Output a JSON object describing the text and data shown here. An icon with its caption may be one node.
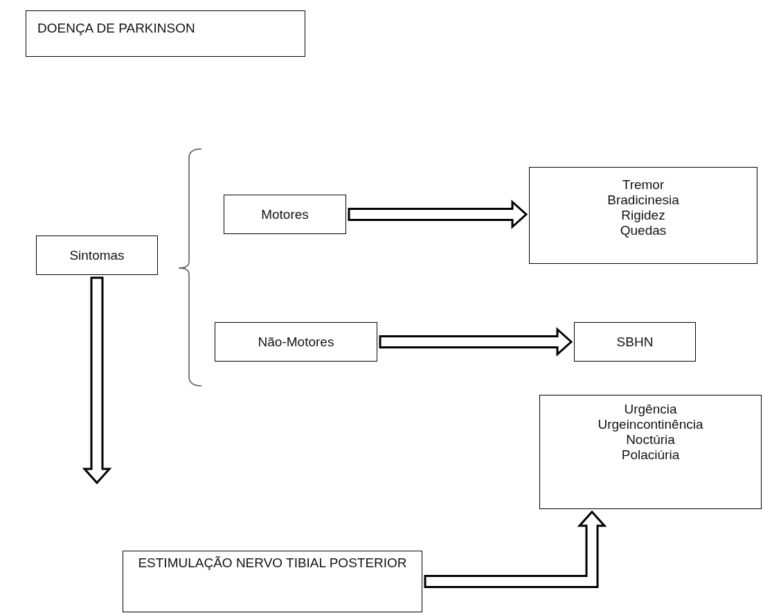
{
  "diagram": {
    "nodes": [
      {
        "text": [
          "DOENÇA DE PARKINSON"
        ]
      },
      {
        "text": [
          "Sintomas"
        ]
      },
      {
        "text": [
          "Motores"
        ]
      },
      {
        "text": [
          "Não-Motores"
        ]
      },
      {
        "text": [
          "Tremor",
          "Bradicinesia",
          "Rigidez",
          "Quedas"
        ]
      },
      {
        "text": [
          "SBHN"
        ]
      },
      {
        "text": [
          "Urgência",
          "Urgeincontinência",
          "Noctúria",
          "Polaciúria"
        ]
      },
      {
        "text": [
          "ESTIMULAÇÃO NERVO TIBIAL POSTERIOR"
        ]
      }
    ],
    "edges": [
      {
        "from": 2,
        "to": 4,
        "arrow": "to"
      },
      {
        "from": 3,
        "to": 5,
        "arrow": "to"
      },
      {
        "from": 1,
        "to": null,
        "arrow": "to"
      },
      {
        "from": 7,
        "to": 6,
        "arrow": "to"
      }
    ]
  }
}
